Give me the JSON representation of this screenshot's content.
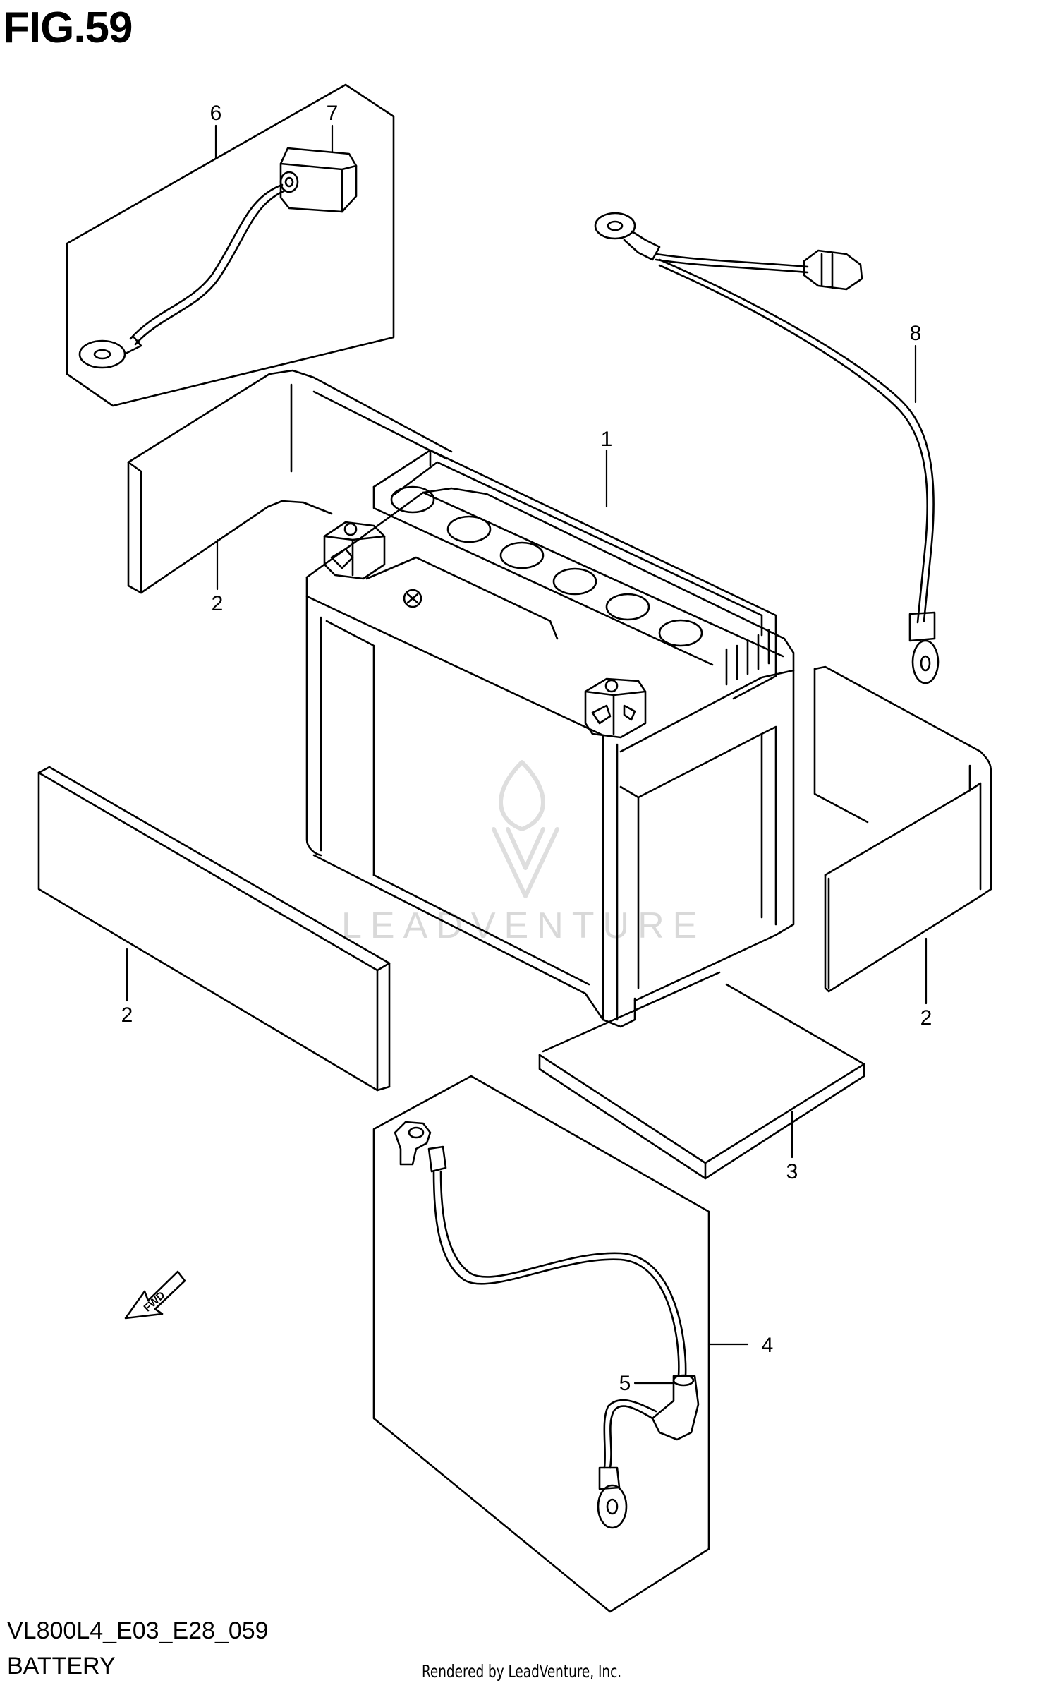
{
  "figure": {
    "title": "FIG.59"
  },
  "parts": [
    {
      "ref": "1"
    },
    {
      "ref": "2"
    },
    {
      "ref": "2"
    },
    {
      "ref": "2"
    },
    {
      "ref": "3"
    },
    {
      "ref": "4"
    },
    {
      "ref": "5"
    },
    {
      "ref": "6"
    },
    {
      "ref": "7"
    },
    {
      "ref": "8"
    }
  ],
  "direction_marker": {
    "label": "FWD",
    "icon": "fwd-arrow-icon"
  },
  "footer": {
    "code": "VL800L4_E03_E28_059",
    "caption": "BATTERY",
    "rendered_by": "Rendered by LeadVenture, Inc."
  },
  "watermark": {
    "text": "LEADVENTURE",
    "icon": "flame-v-logo-icon",
    "color": "#d9d9d9"
  },
  "colors": {
    "line": "#000000",
    "background": "#ffffff"
  }
}
